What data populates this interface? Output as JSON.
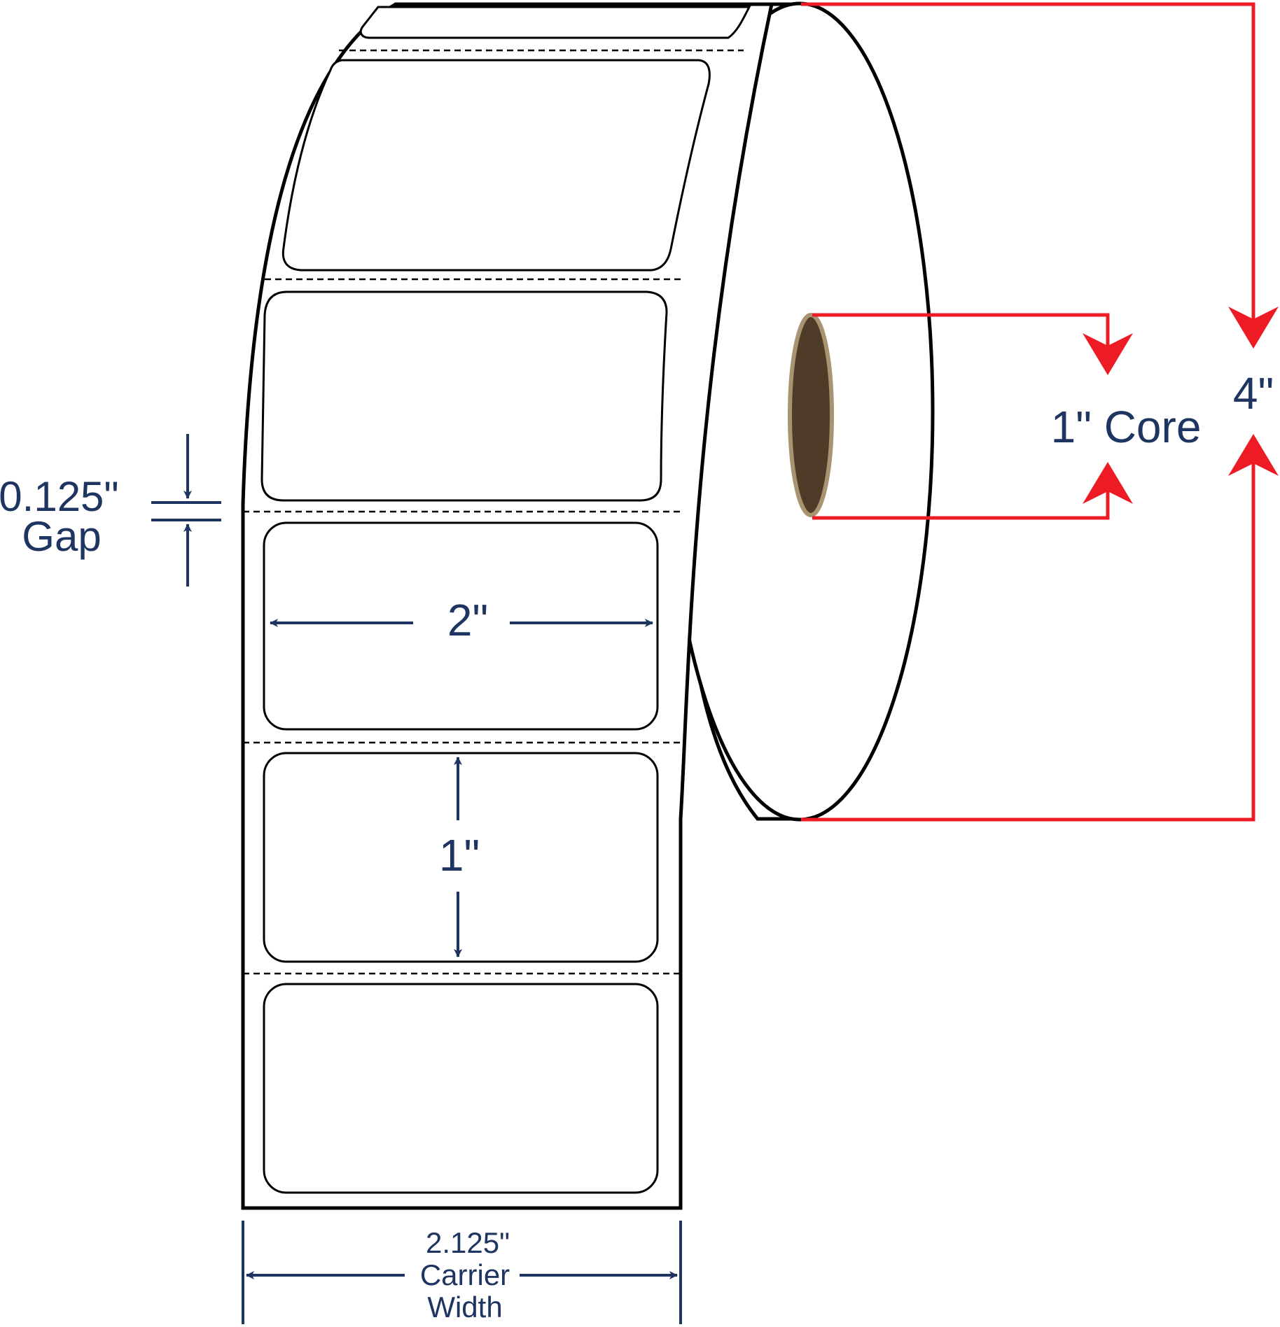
{
  "labels": {
    "label_width": "2\"",
    "label_height": "1\"",
    "gap_value": "0.125\"",
    "gap_word": "Gap",
    "carrier_value": "2.125\"",
    "carrier_word1": "Carrier",
    "carrier_word2": "Width",
    "core": "1\" Core",
    "roll_diameter": "4\""
  },
  "colors": {
    "outline": "#000000",
    "dimension_dark": "#1f3561",
    "dimension_red": "#ed1c24",
    "core_fill": "#4e3c28",
    "core_ring": "#a89470"
  }
}
